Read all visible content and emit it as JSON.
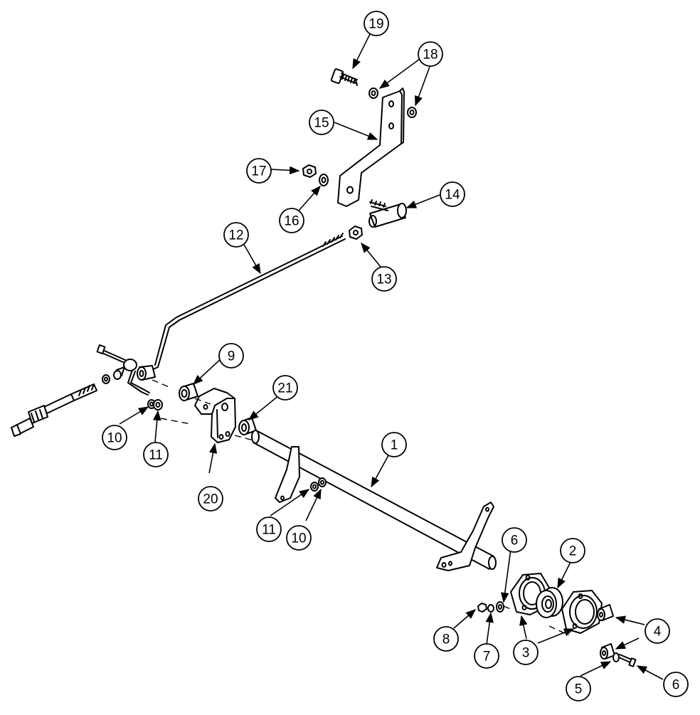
{
  "callouts": [
    {
      "id": "c19a",
      "label": "19"
    },
    {
      "id": "c18a",
      "label": "18"
    },
    {
      "id": "c15a",
      "label": "15"
    },
    {
      "id": "c17a",
      "label": "17"
    },
    {
      "id": "c16a",
      "label": "16"
    },
    {
      "id": "c14a",
      "label": "14"
    },
    {
      "id": "c12a",
      "label": "12"
    },
    {
      "id": "c13a",
      "label": "13"
    },
    {
      "id": "c9a",
      "label": "9"
    },
    {
      "id": "c21a",
      "label": "21"
    },
    {
      "id": "c10a",
      "label": "10"
    },
    {
      "id": "c11a",
      "label": "11"
    },
    {
      "id": "c20a",
      "label": "20"
    },
    {
      "id": "c1a",
      "label": "1"
    },
    {
      "id": "c11b",
      "label": "11"
    },
    {
      "id": "c10b",
      "label": "10"
    },
    {
      "id": "c6a",
      "label": "6"
    },
    {
      "id": "c2a",
      "label": "2"
    },
    {
      "id": "c8a",
      "label": "8"
    },
    {
      "id": "c7a",
      "label": "7"
    },
    {
      "id": "c3a",
      "label": "3"
    },
    {
      "id": "c4a",
      "label": "4"
    },
    {
      "id": "c5a",
      "label": "5"
    },
    {
      "id": "c6b",
      "label": "6"
    }
  ]
}
